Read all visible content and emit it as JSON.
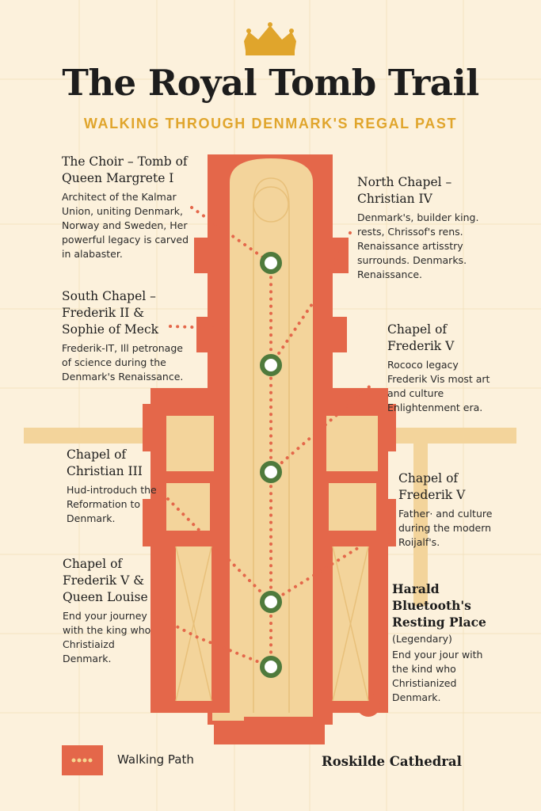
{
  "header": {
    "title": "The Royal Tomb Trail",
    "subtitle": "WALKING THROUGH DENMARK'S REGAL PAST",
    "logo_icon": "crown-icon"
  },
  "colors": {
    "background": "#fcf1dc",
    "wall": "#e4674a",
    "floor": "#f3d49b",
    "stop_ring": "#4f7a3c",
    "subtitle": "#e0a52c"
  },
  "callouts": [
    {
      "title": "The Choir – Tomb of Queen Margrete I",
      "text": "Architect of the Kalmar Union, uniting Denmark, Norway and Sweden, Her powerful legacy is carved in alabaster."
    },
    {
      "title": "North Chapel – Christian IV",
      "text": "Denmark's, builder king. rests, Chrissof's rens. Renaissance artisstry surrounds. Denmarks. Renaissance."
    },
    {
      "title": "South Chapel – Frederik II & Sophie of Meck",
      "text": "Frederik-IT, Ill petronage of science during the Denmark's Renaissance."
    },
    {
      "title": "Chapel of Frederik V",
      "text": "Rococo legacy Frederik Vis most art and culture Enlightenment era."
    },
    {
      "title": "Chapel of Christian III",
      "text": "Hud-introduch the Reformation to Denmark."
    },
    {
      "title": "Chapel of Frederik V",
      "text": "Father· and culture during the modern Roijalf's."
    },
    {
      "title": "Chapel of Frederik V & Queen Louise",
      "text": "End your journey with the king who Christiaizd Denmark."
    },
    {
      "title": "Harald Bluetooth's Resting Place",
      "subtitle": "(Legendary)",
      "text": "End your jour with the kind who Christianized Denmark."
    }
  ],
  "legend": {
    "label": "Walking Path"
  },
  "footer": {
    "label": "Roskilde Cathedral"
  }
}
